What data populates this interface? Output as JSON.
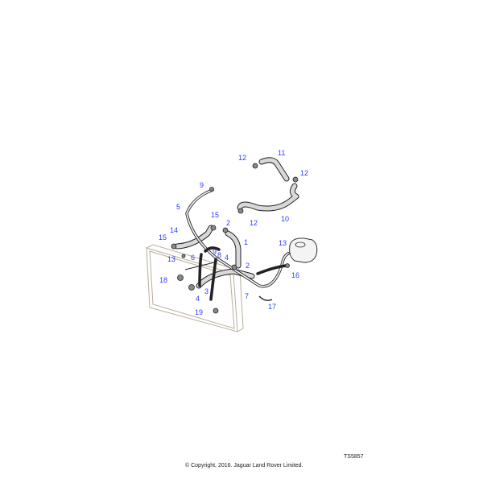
{
  "diagram": {
    "callouts": [
      "12",
      "11",
      "12",
      "9",
      "5",
      "15",
      "2",
      "14",
      "15",
      "1",
      "13",
      "6",
      "9",
      "8",
      "4",
      "2",
      "12",
      "10",
      "13",
      "16",
      "18",
      "3",
      "4",
      "7",
      "17",
      "19"
    ],
    "reference": "TS5857",
    "copyright": "© Copyright, 2016. Jaguar Land Rover Limited."
  }
}
